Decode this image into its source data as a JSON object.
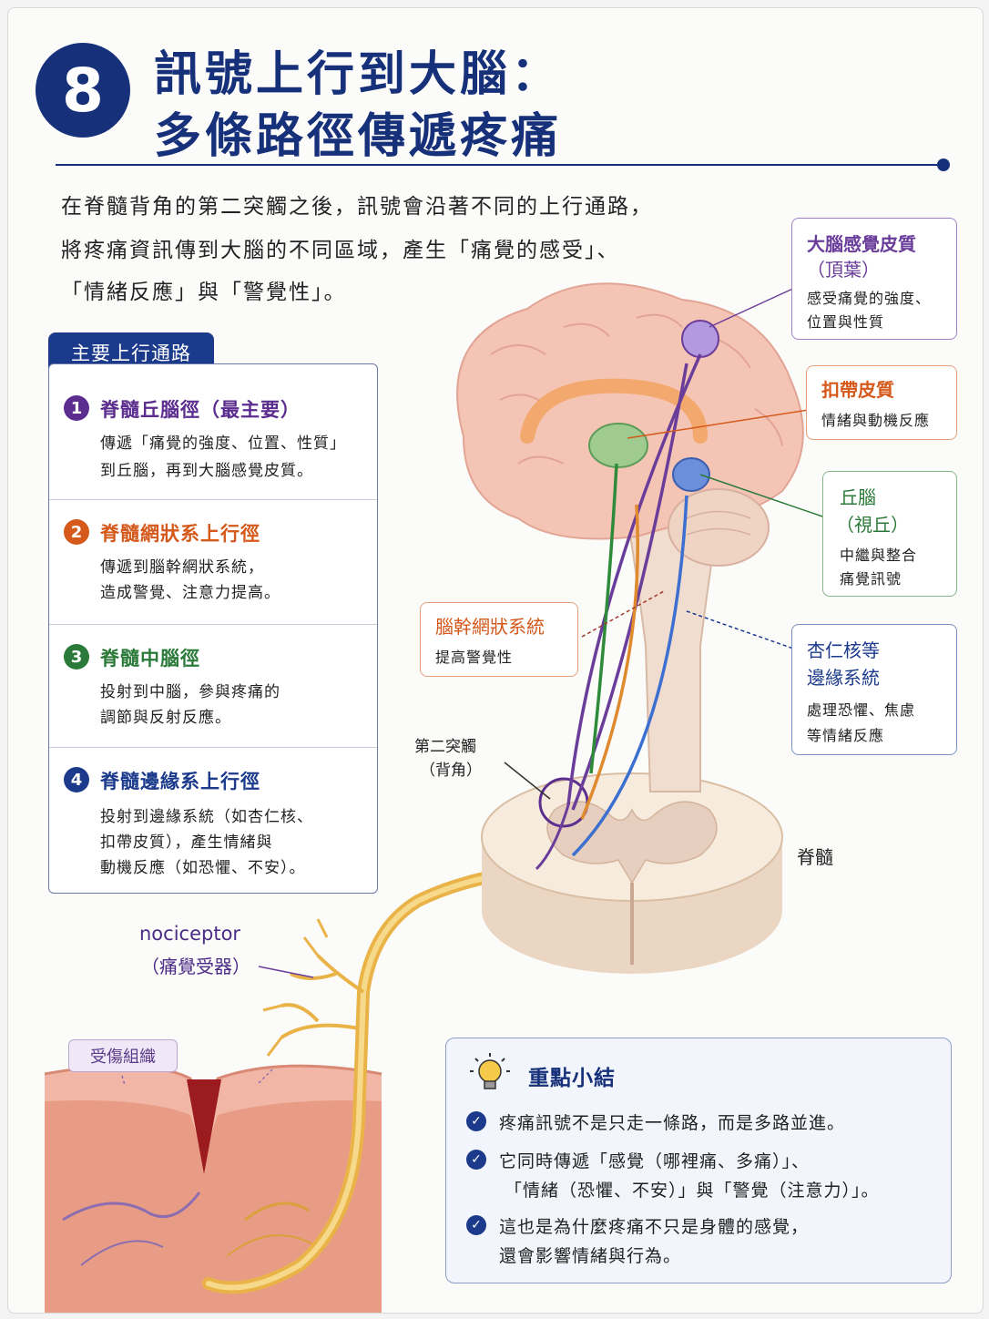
{
  "header": {
    "number": "8",
    "title_line1": "訊號上行到大腦：",
    "title_line2": "多條路徑傳遞疼痛"
  },
  "intro": {
    "line1": "在脊髓背角的第二突觸之後，訊號會沿著不同的上行通路，",
    "line2": "將疼痛資訊傳到大腦的不同區域，產生「痛覺的感受」、",
    "line3": "「情緒反應」與「警覺性」。"
  },
  "pathways": {
    "heading": "主要上行通路",
    "items": [
      {
        "num": "1",
        "title": "脊髓丘腦徑（最主要）",
        "desc1": "傳遞「痛覺的強度、位置、性質」",
        "desc2": "到丘腦，再到大腦感覺皮質。",
        "desc3": "",
        "color": "#5b2d8e"
      },
      {
        "num": "2",
        "title": "脊髓網狀系上行徑",
        "desc1": "傳遞到腦幹網狀系統，",
        "desc2": "造成警覺、注意力提高。",
        "desc3": "",
        "color": "#d4591b"
      },
      {
        "num": "3",
        "title": "脊髓中腦徑",
        "desc1": "投射到中腦，參與疼痛的",
        "desc2": "調節與反射反應。",
        "desc3": "",
        "color": "#2c7a3a"
      },
      {
        "num": "4",
        "title": "脊髓邊緣系上行徑",
        "desc1": "投射到邊緣系統（如杏仁核、",
        "desc2": "扣帶皮質），產生情緒與",
        "desc3": "動機反應（如恐懼、不安）。",
        "color": "#1b3a8c"
      }
    ]
  },
  "callouts": {
    "cortex": {
      "title1": "大腦感覺皮質",
      "title2": "（頂葉）",
      "text1": "感受痛覺的強度、",
      "text2": "位置與性質",
      "color": "#6a3d9a"
    },
    "cingulate": {
      "title": "扣帶皮質",
      "text": "情緒與動機反應",
      "color": "#d4591b"
    },
    "thalamus": {
      "title1": "丘腦",
      "title2": "（視丘）",
      "text1": "中繼與整合",
      "text2": "痛覺訊號",
      "color": "#2c7a3a"
    },
    "brainstem": {
      "title": "腦幹網狀系統",
      "text": "提高警覺性",
      "color": "#d4591b"
    },
    "amygdala": {
      "title1": "杏仁核等",
      "title2": "邊緣系統",
      "text1": "處理恐懼、焦慮",
      "text2": "等情緒反應",
      "color": "#1b3a8c"
    }
  },
  "labels": {
    "synapse1": "第二突觸",
    "synapse2": "（背角）",
    "spinal_cord": "脊髓",
    "nociceptor1": "nociceptor",
    "nociceptor2": "（痛覺受器）",
    "injured": "受傷組織"
  },
  "summary": {
    "title": "重點小結",
    "point1": "疼痛訊號不是只走一條路，而是多路並進。",
    "point2a": "它同時傳遞「感覺（哪裡痛、多痛）」、",
    "point2b": "「情緒（恐懼、不安）」與「警覺（注意力）」。",
    "point3a": "這也是為什麼疼痛不只是身體的感覺，",
    "point3b": "還會影響情緒與行為。"
  }
}
